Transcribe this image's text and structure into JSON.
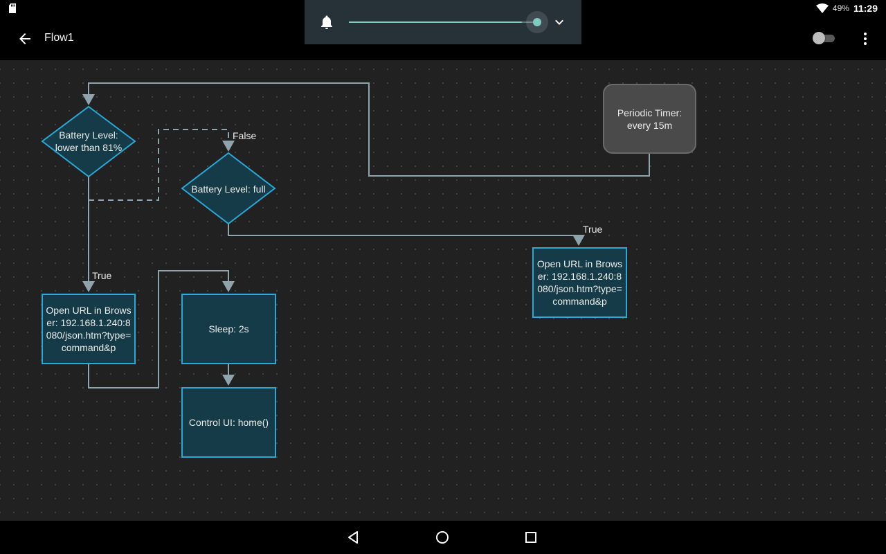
{
  "status_bar": {
    "battery_percent": "49%",
    "time": "11:29"
  },
  "app_bar": {
    "title": "Flow1",
    "toggle_on": false
  },
  "volume_panel": {
    "level": 0.92
  },
  "flow": {
    "trigger": {
      "text": "Periodic Timer: every 15m"
    },
    "decision_low": {
      "text": "Battery Level: lower than 81%"
    },
    "decision_full": {
      "text": "Battery Level: full"
    },
    "open_url_left": {
      "text": "Open URL in Browser: 192.168.1.240:8080/json.htm?type=command&p"
    },
    "open_url_right": {
      "text": "Open URL in Browser: 192.168.1.240:8080/json.htm?type=command&p"
    },
    "sleep": {
      "text": "Sleep: 2s"
    },
    "control_ui": {
      "text": "Control UI: home()"
    },
    "labels": {
      "false": "False",
      "true_left": "True",
      "true_right": "True"
    }
  },
  "colors": {
    "canvas": "#212121",
    "node_fill": "#143b47",
    "node_border": "#2aa9d8",
    "connector": "#90a4ae",
    "accent": "#7fcbc4"
  }
}
